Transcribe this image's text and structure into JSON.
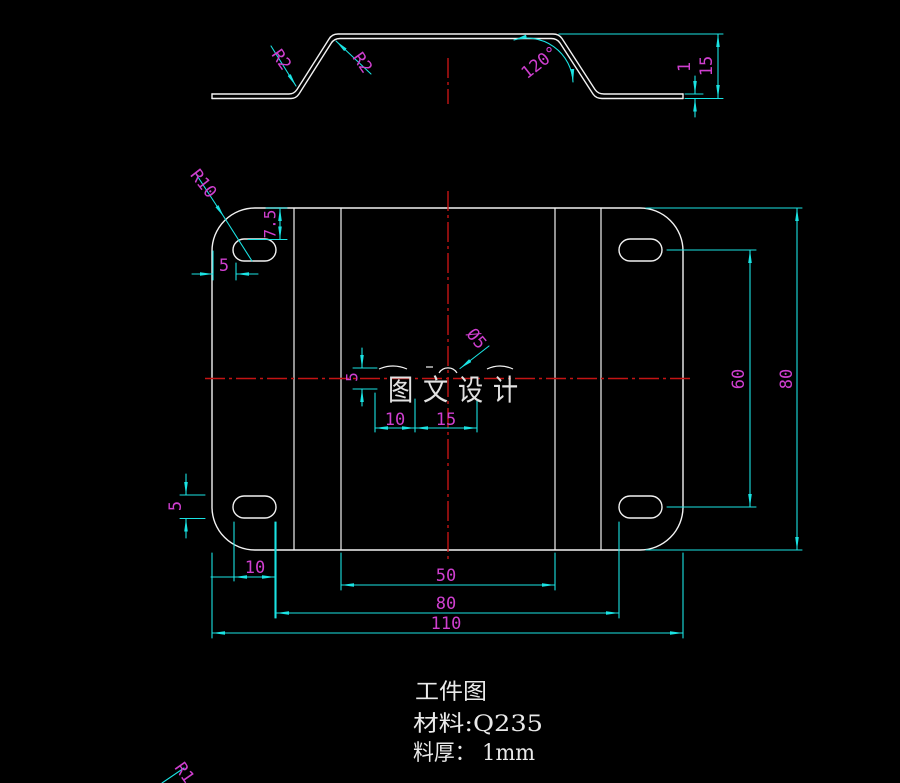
{
  "watermark": "图 文 设 计",
  "notes": {
    "title": "工件图",
    "material": "材料:Q235",
    "thickness": "料厚： 1mm"
  },
  "section": {
    "r2_left": "R2",
    "r2_right": "R2",
    "angle": "120°",
    "thickness": "1",
    "height": "15"
  },
  "plan": {
    "corner_radius": "R10",
    "slot_top_offset": "7.5",
    "slot_side_offset": "5",
    "hole_diameter": "Ø5",
    "hole_offset": "5",
    "pitch_10": "10",
    "pitch_15": "15",
    "slot_height": "5",
    "slot_length": "10",
    "bend_span": "50",
    "slot_span": "80",
    "overall_width": "110",
    "slot_center_span": "60",
    "overall_height": "80",
    "partial_radius": "R1"
  },
  "colors": {
    "background": "#000000",
    "outline": "#f2f2f2",
    "dimension_line": "#1ae3e3",
    "dimension_text": "#cf3fcf",
    "centerline": "#c41414",
    "watermark_text": "#e2e2e2",
    "notes_text": "#eaeaea"
  }
}
